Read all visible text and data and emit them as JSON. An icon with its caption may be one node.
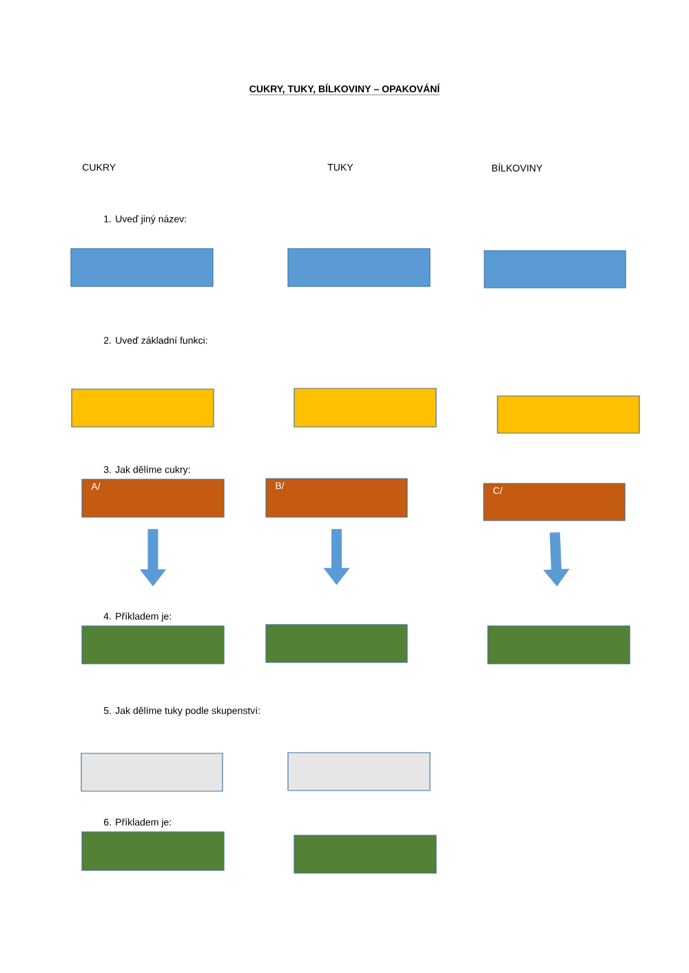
{
  "diagram": {
    "title": "CUKRY, TUKY, BÍLKOVINY – OPAKOVÁNÍ",
    "nodes": [
      {
        "text": [],
        "shape": "box"
      },
      {
        "text": [],
        "shape": "box"
      },
      {
        "text": [],
        "shape": "box"
      },
      {
        "text": [],
        "shape": "box"
      },
      {
        "text": [],
        "shape": "box"
      },
      {
        "text": [],
        "shape": "box"
      },
      {
        "text": [
          "A/"
        ]
      },
      {
        "text": [
          "B/"
        ]
      },
      {
        "text": [
          "C/"
        ]
      },
      {
        "text": [],
        "shape": "box"
      },
      {
        "text": [],
        "shape": "box"
      },
      {
        "text": [],
        "shape": "box"
      },
      {
        "text": [],
        "shape": "box"
      },
      {
        "text": [],
        "shape": "box"
      },
      {
        "text": [],
        "shape": "box"
      },
      {
        "text": [],
        "shape": "box"
      }
    ],
    "edges": [
      {
        "from": 6,
        "to": 9,
        "arrow": "to"
      },
      {
        "from": 7,
        "to": 10,
        "arrow": "to"
      },
      {
        "from": 8,
        "to": 11,
        "arrow": "to"
      }
    ],
    "labels": [
      "CUKRY",
      "TUKY",
      "BÍLKOVINY",
      "1. Uveď jiný název:",
      "2. Uveď základní funkci:",
      "3. Jak dělíme cukry:",
      "4. Příkladem je:",
      "5. Jak dělíme tuky podle skupenství:",
      "6. Příkladem je:"
    ]
  }
}
